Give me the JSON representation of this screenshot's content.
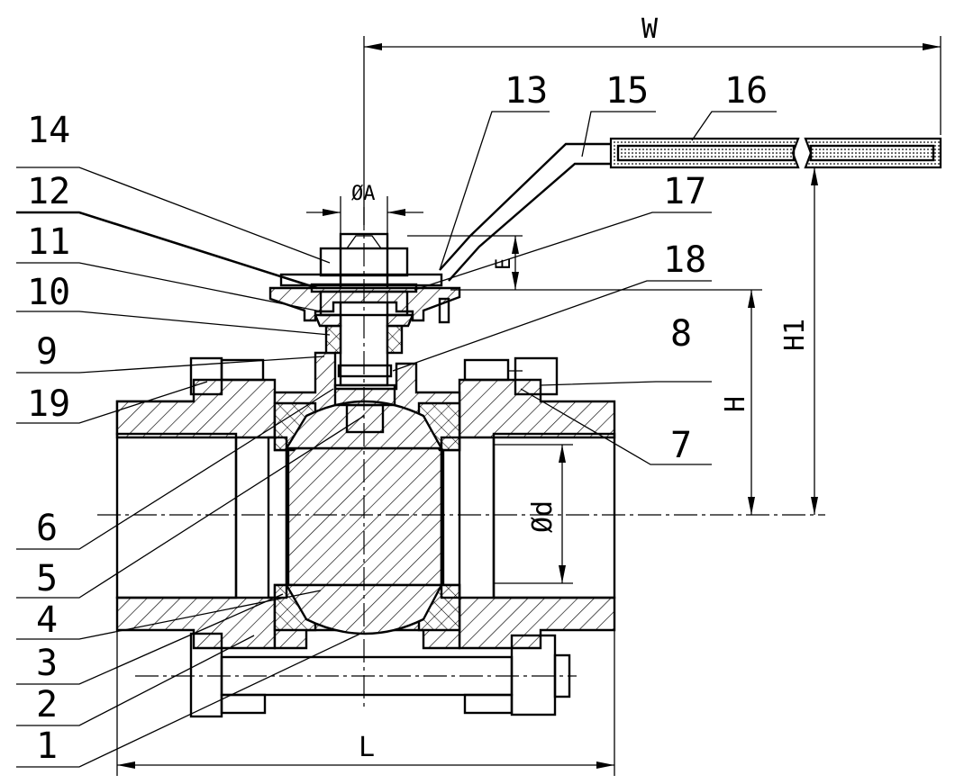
{
  "part_numbers": [
    "14",
    "12",
    "11",
    "10",
    "9",
    "19",
    "6",
    "5",
    "4",
    "3",
    "2",
    "1",
    "13",
    "15",
    "16",
    "17",
    "18",
    "8",
    "7"
  ],
  "dimensions": {
    "width": "W",
    "height": "H",
    "height_to_handle": "H1",
    "length": "L",
    "bore": "Ød",
    "stem": "ØA",
    "stem_height": "E"
  },
  "colors": {
    "line": "#000000",
    "background": "#ffffff"
  }
}
